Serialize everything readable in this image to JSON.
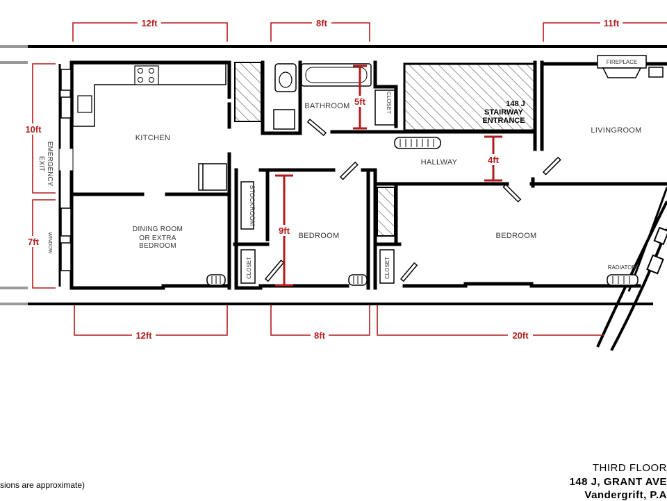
{
  "dimensions": {
    "kitchen_width": "12ft",
    "bath_width": "8ft",
    "living_width": "11ft",
    "kitchen_depth": "10ft",
    "dining_depth": "7ft",
    "bath_depth": "5ft",
    "hall_width": "4ft",
    "bedroom1_depth": "9ft",
    "dining_width": "12ft",
    "bedroom1_width": "8ft",
    "bedroom2_width": "20ft"
  },
  "rooms": {
    "kitchen": "KITCHEN",
    "bathroom": "BATHROOM",
    "hallway": "HALLWAY",
    "livingroom": "LIVINGROOM",
    "dining_line1": "DINING ROOM",
    "dining_line2": "OR EXTRA",
    "dining_line3": "BEDROOM",
    "bedroom1": "BEDROOM",
    "bedroom2": "BEDROOM",
    "stockroom": "STOCKROOM",
    "closet_bath": "CLOSET",
    "closet_bed1": "CLOSET",
    "closet_bed2": "CLOSET"
  },
  "labels": {
    "emergency_line1": "EMERGENCY",
    "emergency_line2": "EXIT",
    "window": "WINDOW",
    "fireplace": "FIREPLACE",
    "radiator": "RADIATOR",
    "stair_line1": "148 J",
    "stair_line2": "STAIRWAY",
    "stair_line3": "ENTRANCE"
  },
  "footer": {
    "floor": "THIRD FLOOR",
    "address": "148 J, GRANT AVE",
    "city": "Vandergrift, P.A",
    "note": "sions are approximate)"
  }
}
